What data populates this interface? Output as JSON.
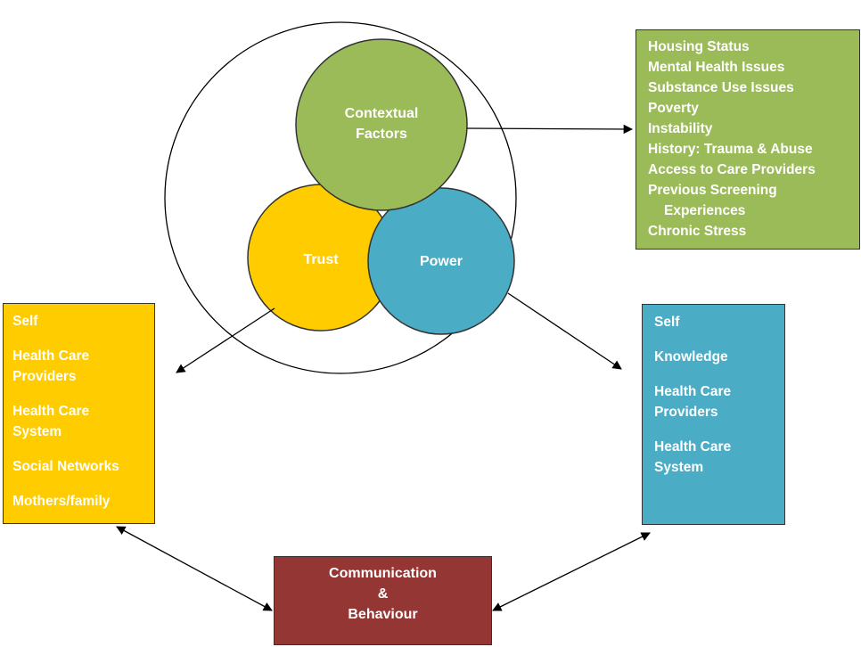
{
  "colors": {
    "context_green": "#9bbb59",
    "trust_yellow": "#ffcc00",
    "power_blue": "#4bacc6",
    "communication_red": "#943634"
  },
  "circles": {
    "context": [
      "Contextual",
      "Factors"
    ],
    "trust": "Trust",
    "power": "Power"
  },
  "context_factors": [
    "Housing Status",
    "Mental Health Issues",
    "Substance Use Issues",
    "Poverty",
    "Instability",
    "History: Trauma & Abuse",
    "Access to Care Providers",
    "Previous Screening",
    "Experiences",
    "Chronic Stress"
  ],
  "trust_items": [
    "Self",
    "Health Care Providers",
    "Health Care System",
    "Social Networks",
    "Mothers/family"
  ],
  "power_items": [
    "Self",
    "Knowledge",
    "Health Care Providers",
    "Health Care System"
  ],
  "communication": [
    "Communication",
    "&",
    "Behaviour"
  ]
}
